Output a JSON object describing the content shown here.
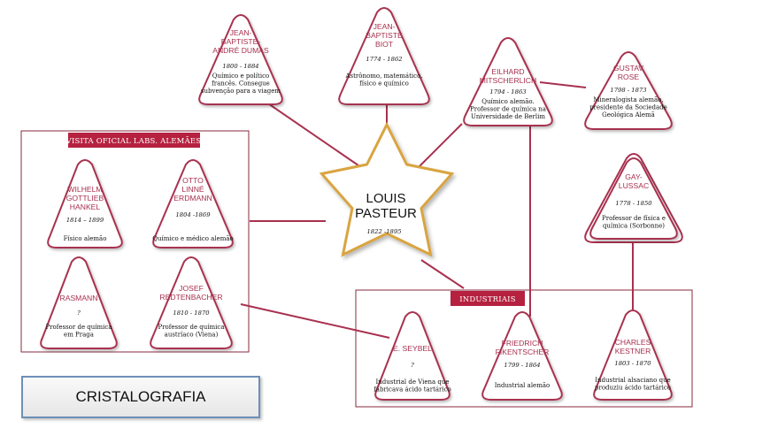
{
  "center": {
    "name_lines": [
      "LOUIS",
      "PASTEUR"
    ],
    "dates": "1822 -1895"
  },
  "groups": [
    {
      "id": "german",
      "label": "VISITA OFICIAL  LABS. ALEMÃES"
    },
    {
      "id": "industrial",
      "label": "INDUSTRIAIS"
    }
  ],
  "nodes": [
    {
      "id": "dumas",
      "name_lines": [
        "JEAN-",
        "BAPTISTE-",
        "ANDRÉ DUMAS"
      ],
      "dates": "1800 - 1884",
      "desc_lines": [
        "Químico e político",
        "francês. Consegue",
        "subvenção para a viagem"
      ]
    },
    {
      "id": "biot",
      "name_lines": [
        "JEAN-",
        "BAPTISTE",
        "BIOT"
      ],
      "dates": "1774 - 1862",
      "desc_lines": [
        "Astrônomo, matemático,",
        "físico e químico"
      ]
    },
    {
      "id": "mitscherlich",
      "name_lines": [
        "EILHARD",
        "MITSCHERLICH"
      ],
      "dates": "1794 - 1863",
      "desc_lines": [
        "Químico alemão.",
        "Professor de química na",
        "Universidade de Berlim"
      ]
    },
    {
      "id": "rose",
      "name_lines": [
        "GUSTAV",
        "ROSE"
      ],
      "dates": "1798 - 1873",
      "desc_lines": [
        "Mineralogista alemão,",
        "presidente da Sociedade",
        "Geológica Alemã"
      ]
    },
    {
      "id": "gaylussac",
      "name_lines": [
        "GAY-",
        "LUSSAC"
      ],
      "dates": "1778 - 1850",
      "desc_lines": [
        "Professor de física e",
        "química (Sorbonne)"
      ]
    },
    {
      "id": "hankel",
      "name_lines": [
        "WILHELM",
        "GOTTLIEB",
        "HANKEL"
      ],
      "dates": "1814 – 1899",
      "desc_lines": [
        "Físico alemão"
      ]
    },
    {
      "id": "erdmann",
      "name_lines": [
        "OTTO",
        "LINNÉ",
        "ERDMANN"
      ],
      "dates": "1804 -1869",
      "desc_lines": [
        "Químico e médico alemão"
      ]
    },
    {
      "id": "rasmann",
      "name_lines": [
        "RASMANN"
      ],
      "dates": "?",
      "desc_lines": [
        "Professor de química",
        "em Praga"
      ]
    },
    {
      "id": "redtenbacher",
      "name_lines": [
        "JOSEF",
        "REDTENBACHER"
      ],
      "dates": "1810 - 1870",
      "desc_lines": [
        "Professor de química",
        "austríaco (Viena)"
      ]
    },
    {
      "id": "seybel",
      "name_lines": [
        "E. SEYBEL"
      ],
      "dates": "?",
      "desc_lines": [
        "Industrial de Viena que",
        "fabricava ácido tartárico"
      ]
    },
    {
      "id": "fikentscher",
      "name_lines": [
        "FRIEDRICH",
        "FIKENTSCHER"
      ],
      "dates": "1799 - 1864",
      "desc_lines": [
        "Industrial alemão"
      ]
    },
    {
      "id": "kestner",
      "name_lines": [
        "CHARLES",
        "KESTNER"
      ],
      "dates": "1803 - 1870",
      "desc_lines": [
        "Industrial alsaciano que",
        "produziu ácido tartárico"
      ]
    }
  ],
  "footer": {
    "label": "CRISTALOGRAFIA"
  },
  "colors": {
    "accent": "#a8304f",
    "star_border": "#d9a441",
    "box_border": "#6d8fb8"
  }
}
